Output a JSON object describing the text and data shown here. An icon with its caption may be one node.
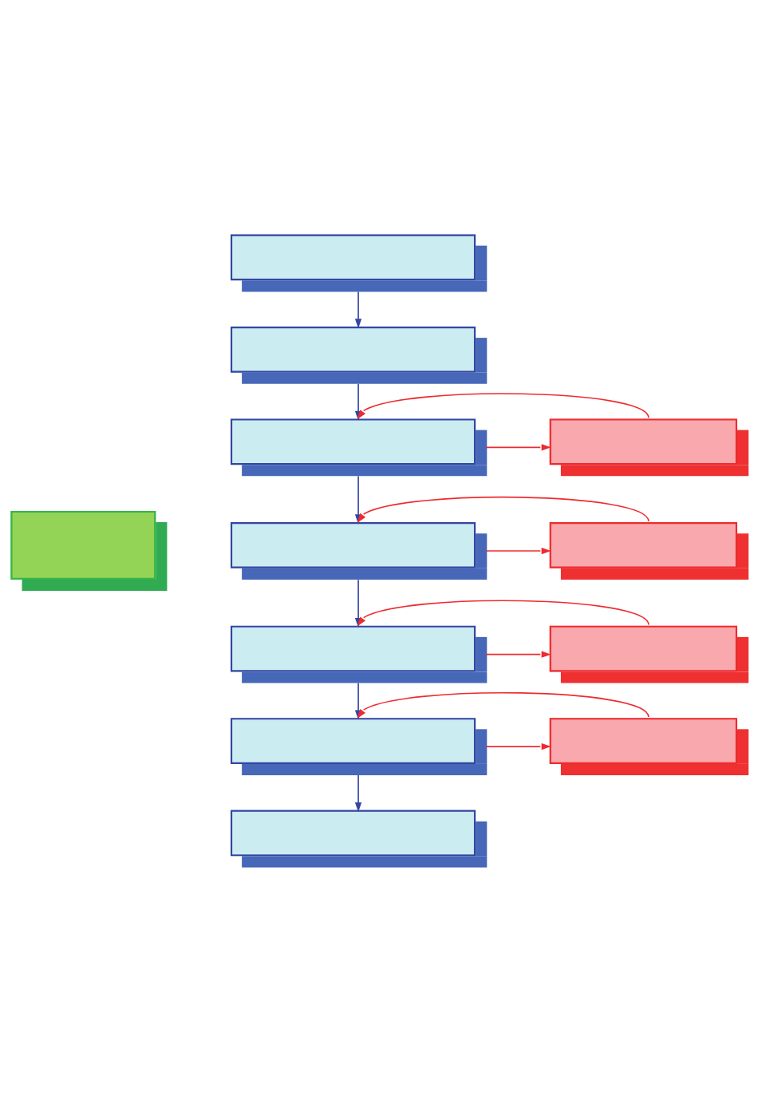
{
  "diagram": {
    "nodes": [
      {
        "text": [],
        "shape": "box"
      },
      {
        "text": [],
        "shape": "box"
      },
      {
        "text": [],
        "shape": "box"
      },
      {
        "text": [],
        "shape": "box"
      },
      {
        "text": [],
        "shape": "box"
      },
      {
        "text": [],
        "shape": "box"
      },
      {
        "text": [],
        "shape": "box"
      },
      {
        "text": [],
        "shape": "box"
      },
      {
        "text": [],
        "shape": "box"
      },
      {
        "text": [],
        "shape": "box"
      },
      {
        "text": [],
        "shape": "box"
      },
      {
        "text": [],
        "shape": "box"
      }
    ],
    "edges": [
      {
        "from": 0,
        "to": 1,
        "arrow": "to",
        "color": "#3445a3"
      },
      {
        "from": 1,
        "to": 2,
        "arrow": "to",
        "color": "#3445a3"
      },
      {
        "from": 2,
        "to": 3,
        "arrow": "to",
        "color": "#ee2b2f"
      },
      {
        "from": 3,
        "to": 2,
        "arrow": "to",
        "color": "#ee2b2f"
      },
      {
        "from": 2,
        "to": 5,
        "arrow": "to",
        "color": "#3445a3"
      },
      {
        "from": 5,
        "to": 6,
        "arrow": "to",
        "color": "#ee2b2f"
      },
      {
        "from": 6,
        "to": 5,
        "arrow": "to",
        "color": "#ee2b2f"
      },
      {
        "from": 5,
        "to": 7,
        "arrow": "to",
        "color": "#3445a3"
      },
      {
        "from": 7,
        "to": 8,
        "arrow": "to",
        "color": "#ee2b2f"
      },
      {
        "from": 8,
        "to": 7,
        "arrow": "to",
        "color": "#ee2b2f"
      },
      {
        "from": 7,
        "to": 9,
        "arrow": "to",
        "color": "#3445a3"
      },
      {
        "from": 9,
        "to": 10,
        "arrow": "to",
        "color": "#ee2b2f"
      },
      {
        "from": 10,
        "to": 9,
        "arrow": "to",
        "color": "#ee2b2f"
      },
      {
        "from": 9,
        "to": 11,
        "arrow": "to",
        "color": "#3445a3"
      }
    ]
  }
}
